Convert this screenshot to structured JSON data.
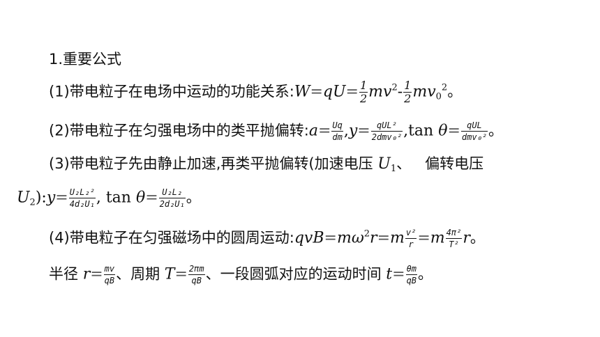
{
  "heading": "1.重要公式",
  "f1": {
    "label": "(1)带电粒子在电场中运动的功能关系:",
    "lhs": "W",
    "mid": "qU",
    "half": {
      "num": "1",
      "den": "2"
    },
    "term1": "mv",
    "term1_sup": "2",
    "minus": "-",
    "term2": "mv",
    "term2_sub": "0",
    "term2_sup": "2",
    "end": "。"
  },
  "f2": {
    "label": "(2)带电粒子在匀强电场中的类平抛偏转:",
    "a": "a",
    "a_frac": {
      "num": "Uq",
      "den": "dm"
    },
    "y": "y",
    "y_frac": {
      "num": "qUL²",
      "den": "2dmv₀²"
    },
    "tan": ",tan ",
    "theta": "θ",
    "t_frac": {
      "num": "qUL",
      "den": "dmv₀²"
    },
    "end": "。"
  },
  "f3": {
    "label": "(3)带电粒子先由静止加速,再类平抛偏转(加速电压 ",
    "U": "U",
    "U1_sub": "1",
    "sep": "、",
    "label2": "偏转电压",
    "U2": "U",
    "U2_sub": "2",
    "close": "):",
    "y": "y",
    "y_frac": {
      "num": "U₂L₂²",
      "den": "4d₂U₁"
    },
    "tan": ", tan ",
    "theta": "θ",
    "t_frac": {
      "num": "U₂L₂",
      "den": "2d₂U₁"
    },
    "end": "。"
  },
  "f4": {
    "label": "(4)带电粒子在匀强磁场中的圆周运动:",
    "lhs": "qvB",
    "mid": "mω",
    "mid_sup": "2",
    "r": "r",
    "m": "m",
    "frac1": {
      "num": "v²",
      "den": "r"
    },
    "frac2": {
      "num": "4π²",
      "den": "T²"
    },
    "end": "。"
  },
  "f5": {
    "label_r": "半径 ",
    "r": "r",
    "r_frac": {
      "num": "mv",
      "den": "qB"
    },
    "label_T": "、周期 ",
    "T": "T",
    "T_frac": {
      "num": "2πm",
      "den": "qB"
    },
    "label_t": "、一段圆弧对应的运动时间 ",
    "t": "t",
    "t_frac": {
      "num": "θm",
      "den": "qB"
    },
    "end": "。"
  },
  "eq": "="
}
